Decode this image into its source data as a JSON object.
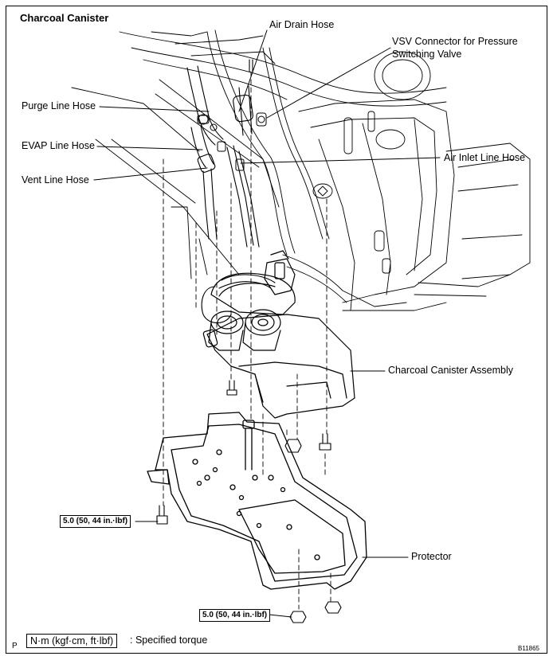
{
  "title": "Charcoal Canister",
  "labels": {
    "air_drain_hose": "Air Drain Hose",
    "vsv_connector_line1": "VSV Connector for Pressure",
    "vsv_connector_line2": "Switching Valve",
    "purge_line_hose": "Purge Line Hose",
    "evap_line_hose": "EVAP Line Hose",
    "air_inlet_line_hose": "Air Inlet Line Hose",
    "vent_line_hose": "Vent Line Hose",
    "charcoal_canister_assembly": "Charcoal Canister Assembly",
    "protector": "Protector"
  },
  "torque_specs": [
    "5.0 (50, 44 in.·lbf)",
    "5.0 (50, 44 in.·lbf)"
  ],
  "legend": {
    "unit_box": "N·m (kgf·cm, ft·lbf)",
    "description": ": Specified torque"
  },
  "corner_mark": "P",
  "figure_code": "B11865"
}
